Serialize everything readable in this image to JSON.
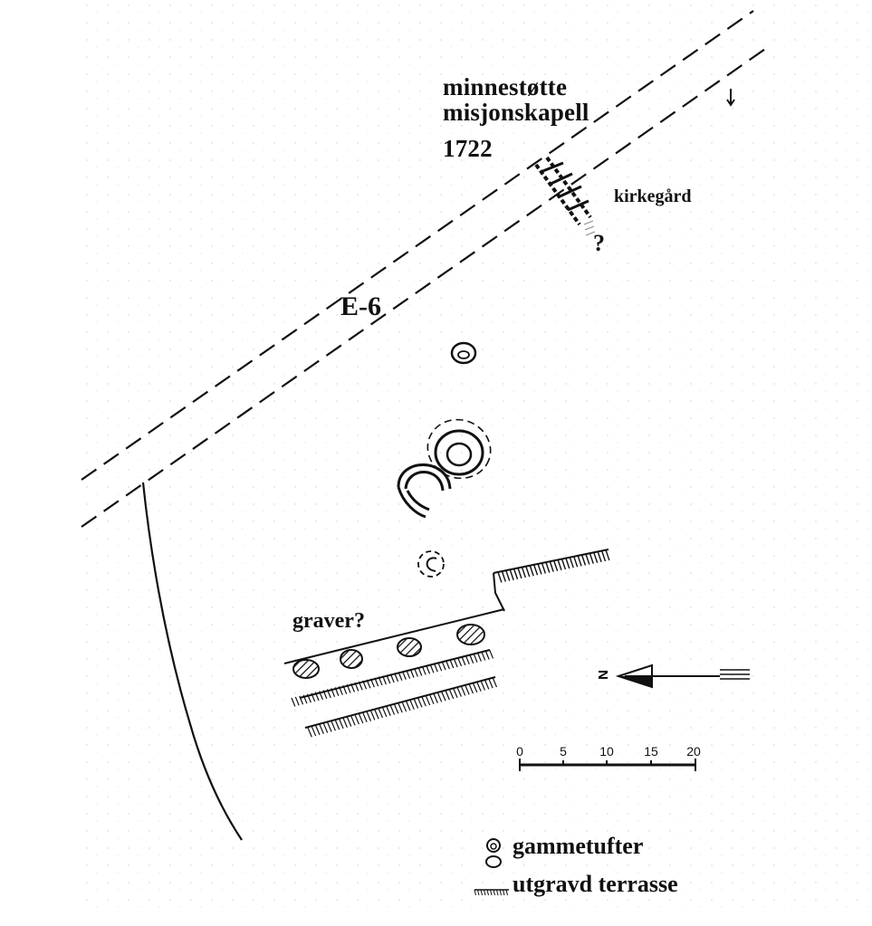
{
  "labels": {
    "title_line1": "minnestøtte",
    "title_line2": "misjonskapell",
    "title_year": "1722",
    "kirkegard": "kirkegård",
    "question": "?",
    "road": "E-6",
    "graves": "graver?"
  },
  "scale_bar": {
    "ticks": [
      "0",
      "5",
      "10",
      "15",
      "20"
    ]
  },
  "north_arrow": {
    "letter": "N"
  },
  "legend": {
    "items": [
      {
        "symbol": "hut-foundation-icon",
        "label": "gammetufter"
      },
      {
        "symbol": "terrace-hatch-icon",
        "label": "utgravd terrasse"
      }
    ]
  },
  "colors": {
    "ink": "#111111",
    "paper": "#ffffff"
  }
}
